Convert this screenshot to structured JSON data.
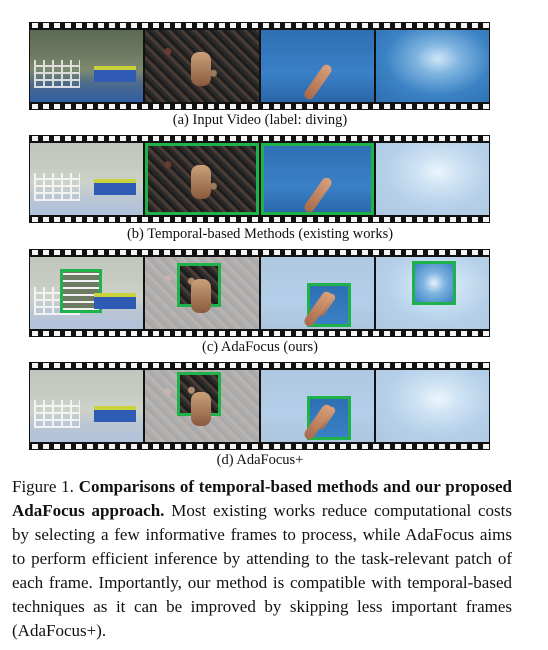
{
  "rows": [
    {
      "caption": "(a) Input Video (label: diving)"
    },
    {
      "caption": "(b) Temporal-based Methods (existing works)"
    },
    {
      "caption": "(c) AdaFocus (ours)"
    },
    {
      "caption": "(d) AdaFocus+"
    }
  ],
  "figure": {
    "label": "Figure 1.",
    "title": "Comparisons of temporal-based methods and our proposed AdaFocus approach.",
    "body": "Most existing works reduce computational costs by selecting a few informative frames to process, while AdaFocus aims to perform efficient inference by attending to the task-relevant patch of each frame. Importantly, our method is compatible with temporal-based techniques as it can be improved by skipping less important frames (AdaFocus+)."
  },
  "colors": {
    "highlight": "#1fb24a",
    "film": "#111111"
  }
}
